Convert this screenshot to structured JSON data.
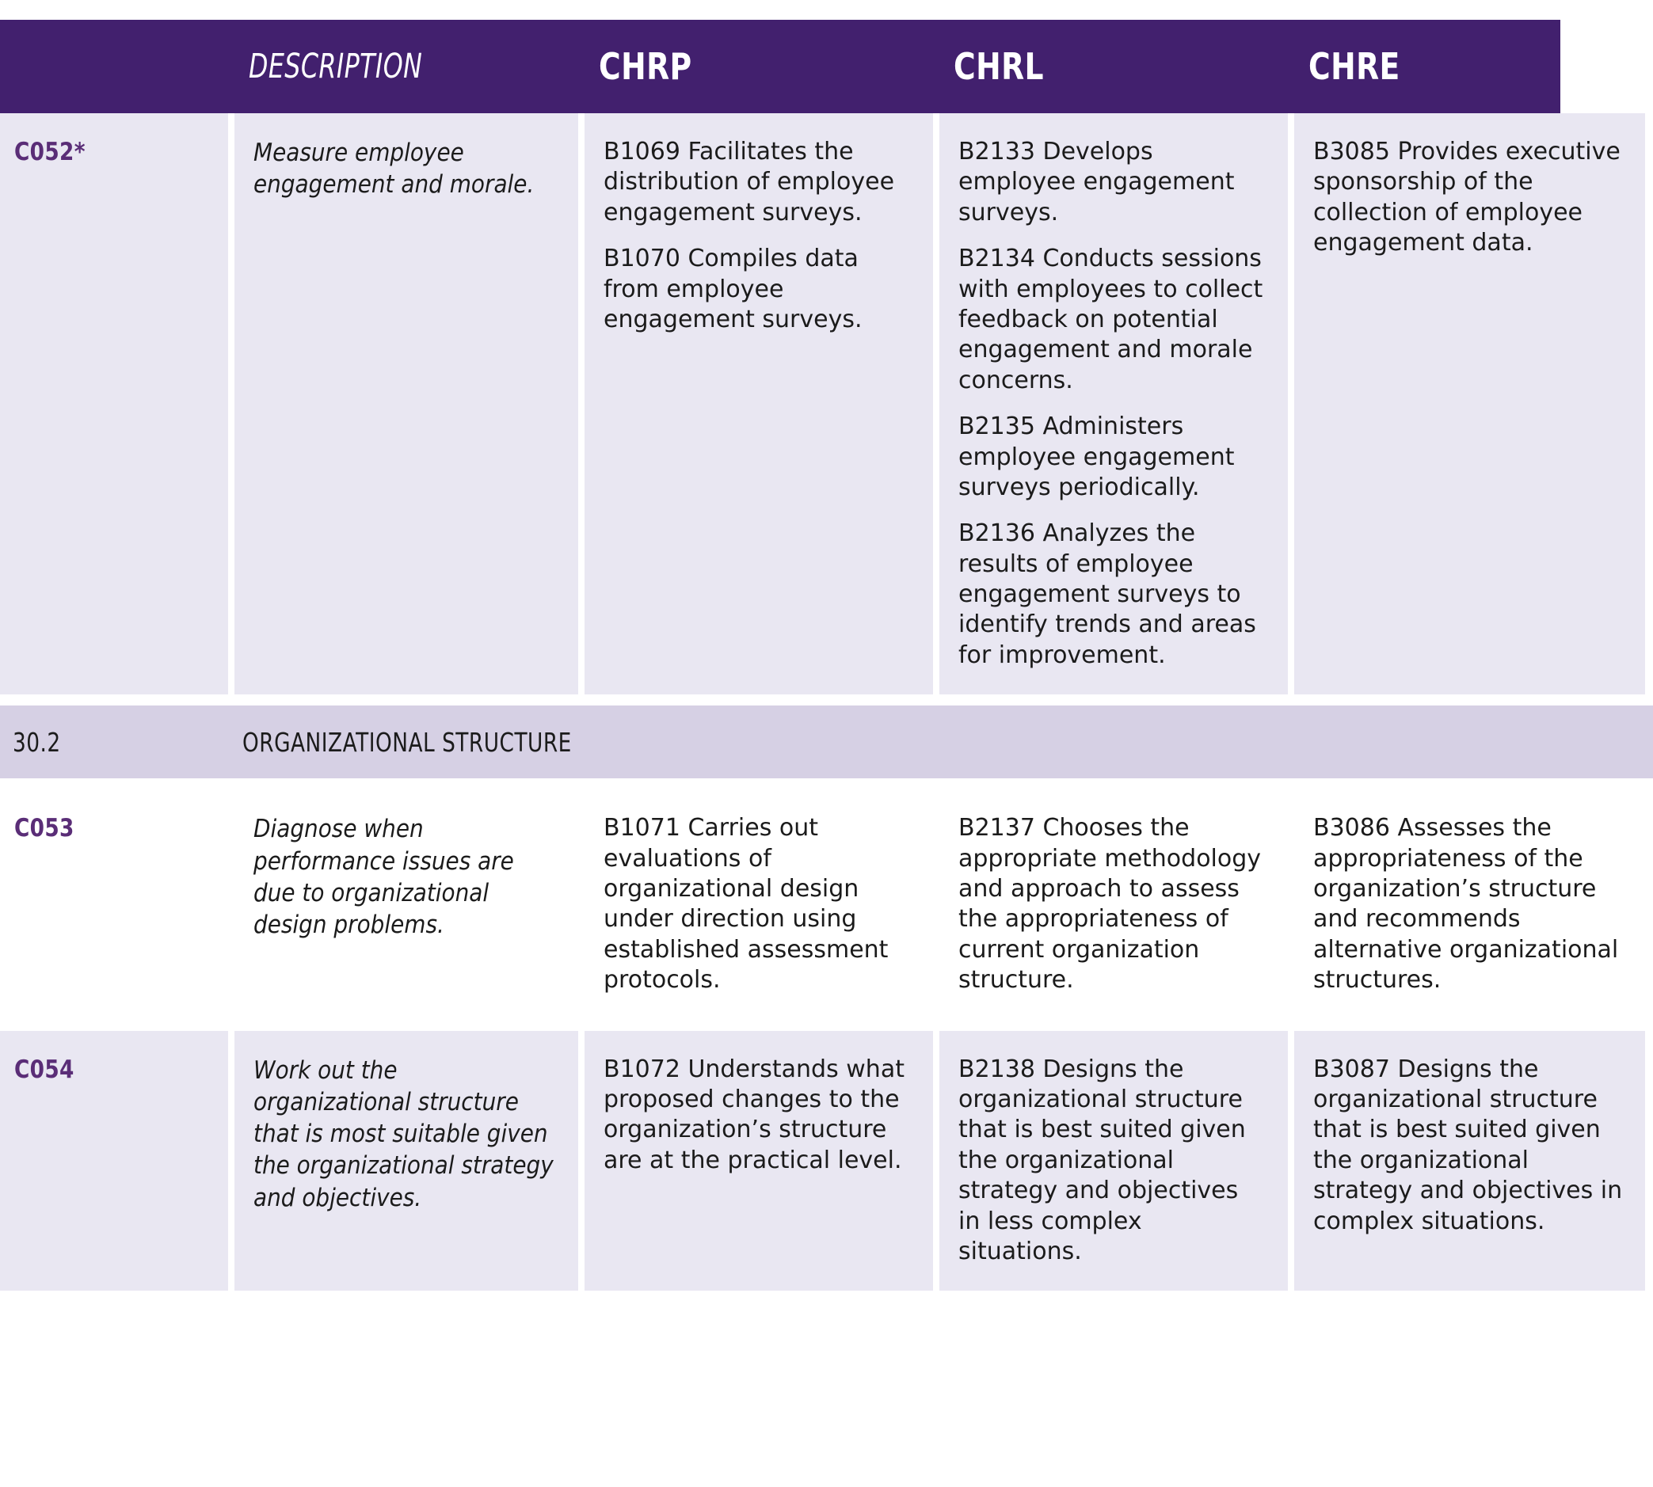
{
  "header": {
    "columns": [
      {
        "key": "code",
        "label": "",
        "style": "blank"
      },
      {
        "key": "description",
        "label": "DESCRIPTION",
        "style": "italic"
      },
      {
        "key": "chrp",
        "label": "CHRP",
        "style": "bold"
      },
      {
        "key": "chrl",
        "label": "CHRL",
        "style": "bold"
      },
      {
        "key": "chre",
        "label": "CHRE",
        "style": "bold"
      }
    ],
    "background_color": "#42206E",
    "text_color": "#FFFFFF"
  },
  "colors": {
    "header_purple": "#42206E",
    "code_purple": "#5A2D77",
    "cell_lavender": "#E9E7F2",
    "section_band": "#D6D0E4",
    "page_background": "#FFFFFF",
    "body_text": "#1B1B1B"
  },
  "rows": [
    {
      "type": "competency",
      "row_background": "lavender",
      "code": "C052*",
      "description": "Measure employee engagement and morale.",
      "chrp": [
        "B1069 Facilitates the distribution of employee engagement surveys.",
        "B1070 Compiles data from employee engagement surveys."
      ],
      "chrl": [
        "B2133 Develops employee engagement surveys.",
        "B2134 Conducts sessions with employees to collect feedback on potential engagement and morale concerns.",
        "B2135 Administers employee engagement surveys periodically.",
        "B2136 Analyzes the results of employee engagement surveys to identify trends and areas for improvement."
      ],
      "chre": [
        "B3085 Provides executive sponsorship of the collection of employee engagement data."
      ]
    },
    {
      "type": "section",
      "number": "30.2",
      "title": "ORGANIZATIONAL STRUCTURE"
    },
    {
      "type": "competency",
      "row_background": "white",
      "code": "C053",
      "description": "Diagnose when performance issues are due to organizational design problems.",
      "chrp": [
        "B1071 Carries out evaluations of organizational design under direction using established assessment protocols."
      ],
      "chrl": [
        "B2137 Chooses the appropriate methodology and approach to assess the appropriateness of current organization structure."
      ],
      "chre": [
        "B3086 Assesses the appropriateness of the organization’s structure and recommends alternative organizational structures."
      ]
    },
    {
      "type": "competency",
      "row_background": "lavender",
      "code": "C054",
      "description": "Work out the organizational structure that is most suitable given the organizational strategy and objectives.",
      "chrp": [
        "B1072 Understands what proposed changes to the organization’s structure are at the practical level."
      ],
      "chrl": [
        "B2138 Designs the organizational structure that is best suited given the organizational strategy and objectives in less complex situations."
      ],
      "chre": [
        "B3087 Designs the organizational structure that is best suited given the organizational strategy and objectives in complex situations."
      ]
    }
  ]
}
